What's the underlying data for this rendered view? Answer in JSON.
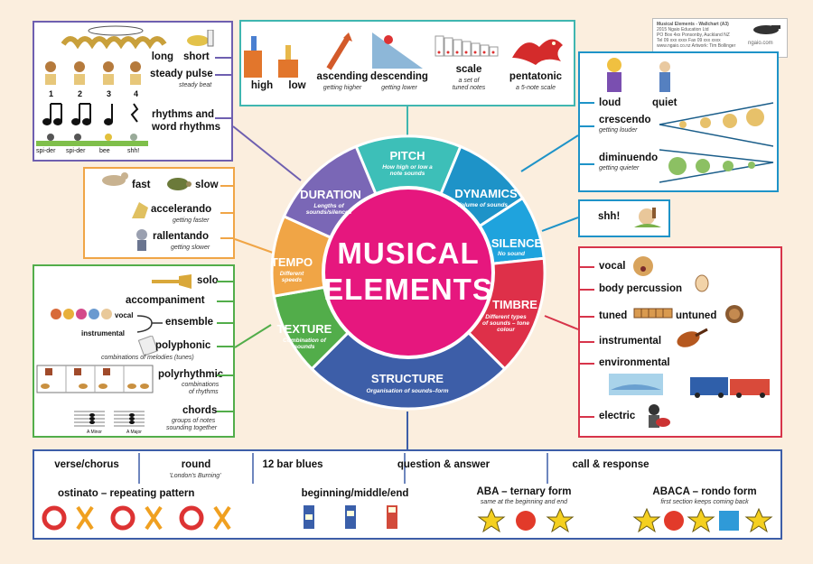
{
  "center": {
    "line1": "MUSICAL",
    "line2": "ELEMENTS"
  },
  "segments": {
    "pitch": {
      "title": "PITCH",
      "sub": "How high or low a note sounds",
      "color": "#3dbfb8"
    },
    "dynamics": {
      "title": "DYNAMICS",
      "sub": "Volume of sounds",
      "color": "#1e93c8"
    },
    "silence": {
      "title": "SILENCE",
      "sub": "No sound",
      "color": "#1fa3dd"
    },
    "timbre": {
      "title": "TIMBRE",
      "sub": "Different types of sounds – tone colour",
      "color": "#de3049"
    },
    "structure": {
      "title": "STRUCTURE",
      "sub": "Organisation of sounds–form",
      "color": "#3d5ea8"
    },
    "texture": {
      "title": "TEXTURE",
      "sub": "Combination of sounds",
      "color": "#52ad4a"
    },
    "tempo": {
      "title": "TEMPO",
      "sub": "Different speeds",
      "color": "#f0a546"
    },
    "duration": {
      "title": "DURATION",
      "sub": "Lengths of sounds/silences",
      "color": "#7a67b6"
    }
  },
  "duration": {
    "long": "long",
    "short": "short",
    "steady_pulse": "steady pulse",
    "steady_beat": "steady beat",
    "rhythms": "rhythms and",
    "word_rhythms": "word rhythms",
    "beats": [
      "1",
      "2",
      "3",
      "4"
    ],
    "words": [
      "spi-der",
      "spi-der",
      "bee",
      "shh!"
    ]
  },
  "pitch": {
    "high": "high",
    "low": "low",
    "ascending": "ascending",
    "ascending_sub": "getting higher",
    "descending": "descending",
    "descending_sub": "getting lower",
    "scale": "scale",
    "scale_sub1": "a set of",
    "scale_sub2": "tuned notes",
    "pentatonic": "pentatonic",
    "pentatonic_sub": "a 5-note scale"
  },
  "info": {
    "line1": "Musical Elements - Wallchart (A3)",
    "line2": "2015 Ngaio Education Ltd",
    "line3": "PO Box 4xx Ponsonby, Auckland NZ",
    "line4": "Tel 09 xxx xxxx  Fax 09 xxx xxxx",
    "line5": "www.ngaio.co.nz    Artwork: Tim Bollinger",
    "logo": "ngaio.com"
  },
  "dynamics": {
    "loud": "loud",
    "quiet": "quiet",
    "crescendo": "crescendo",
    "crescendo_sub": "getting louder",
    "diminuendo": "diminuendo",
    "diminuendo_sub": "getting quieter"
  },
  "silence": {
    "shh": "shh!"
  },
  "timbre": {
    "vocal": "vocal",
    "body": "body percussion",
    "tuned": "tuned",
    "untuned": "untuned",
    "instrumental": "instrumental",
    "environmental": "environmental",
    "electric": "electric"
  },
  "tempo": {
    "fast": "fast",
    "slow": "slow",
    "accelerando": "accelerando",
    "accelerando_sub": "getting faster",
    "rallentando": "rallentando",
    "rallentando_sub": "getting slower"
  },
  "texture": {
    "solo": "solo",
    "accompaniment": "accompaniment",
    "vocal": "vocal",
    "instrumental": "instrumental",
    "ensemble": "ensemble",
    "polyphonic": "polyphonic",
    "polyphonic_sub": "combinations of melodies (tunes)",
    "polyrhythmic": "polyrhythmic",
    "polyrhythmic_sub1": "combinations",
    "polyrhythmic_sub2": "of rhythms",
    "chords": "chords",
    "chords_sub1": "groups of notes",
    "chords_sub2": "sounding together",
    "chord_a": "A Minor",
    "chord_b": "A Major"
  },
  "structure": {
    "verse": "verse/chorus",
    "round": "round",
    "round_sub": "'London's Burning'",
    "blues": "12 bar blues",
    "qa": "question & answer",
    "call": "call & response",
    "ostinato": "ostinato – repeating pattern",
    "bme": "beginning/middle/end",
    "aba": "ABA – ternary form",
    "aba_sub": "same at the beginning and end",
    "abaca": "ABACA – rondo form",
    "abaca_sub": "first section keeps coming back"
  }
}
